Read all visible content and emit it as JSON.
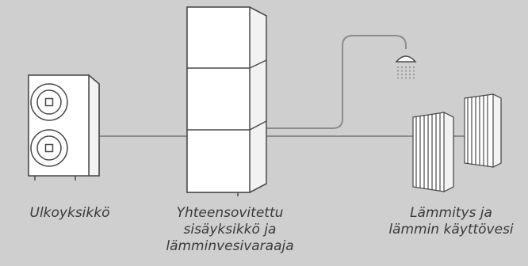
{
  "diagram": {
    "labels": {
      "outdoor_unit": [
        "Ulkoyksikkö"
      ],
      "indoor_unit": [
        "Yhteensovitettu",
        "sisäyksikkö ja",
        "lämminvesivaraaja"
      ],
      "heating": [
        "Lämmitys ja",
        "lämmin käyttövesi"
      ]
    }
  },
  "colors": {
    "background": "#cfcfcf",
    "stroke": "#4a4a4a",
    "pipe": "#8c8c8c",
    "fill": "#ffffff"
  }
}
